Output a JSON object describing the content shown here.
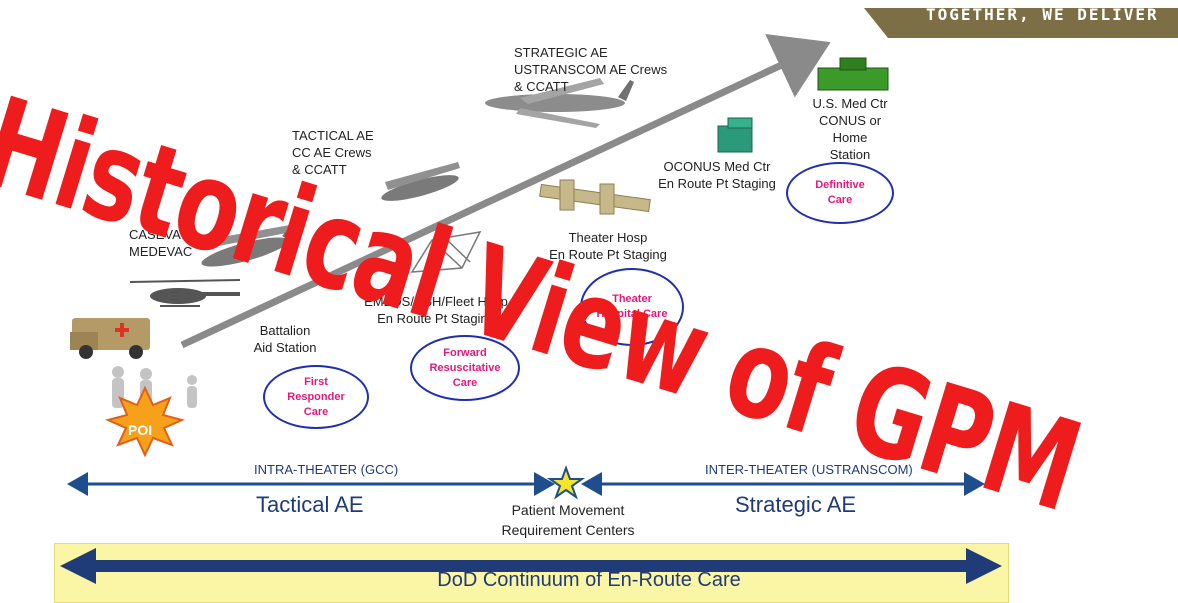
{
  "banner": "TOGETHER, WE DELIVER",
  "watermark": "Historical View of GPM",
  "stages": {
    "strategic_ae": "STRATEGIC AE",
    "strategic_crews": "USTRANSCOM AE Crews",
    "strategic_ccatt": "& CCATT",
    "tactical_ae": "TACTICAL AE",
    "tactical_crews": "CC AE Crews",
    "tactical_ccatt": "& CCATT",
    "casevac": "CASEVAC/",
    "medevac": "MEDEVAC",
    "battalion": "Battalion",
    "aid_station": "Aid Station",
    "emeds": "EMEDS/CSH/Fleet Hosp",
    "emeds_staging": "En Route Pt Staging",
    "theater_hosp": "Theater Hosp",
    "theater_staging": "En Route Pt Staging",
    "oconus": "OCONUS Med Ctr",
    "oconus_staging": "En Route Pt Staging",
    "us_med_ctr": "U.S. Med Ctr",
    "conus": "CONUS or Home",
    "station": "Station"
  },
  "care_levels": {
    "first_responder_1": "First",
    "first_responder_2": "Responder",
    "first_responder_3": "Care",
    "forward_1": "Forward",
    "forward_2": "Resuscitative",
    "forward_3": "Care",
    "theater_1": "Theater",
    "theater_2": "Hospital Care",
    "definitive_1": "Definitive",
    "definitive_2": "Care"
  },
  "poi": "POI",
  "intra_theater": "INTRA-THEATER (GCC)",
  "inter_theater": "INTER-THEATER (USTRANSCOM)",
  "tactical_label": "Tactical AE",
  "strategic_label": "Strategic AE",
  "pmrc_1": "Patient Movement",
  "pmrc_2": "Requirement Centers",
  "continuum": "DoD Continuum of En-Route Care",
  "colors": {
    "accent_red": "#ee1c1c",
    "oval_border": "#1f2fb0",
    "care_text": "#e5197a",
    "arrow_blue": "#1f4e8c",
    "banner": "#7d6f45",
    "continuum_bg": "#fbf6a6"
  }
}
